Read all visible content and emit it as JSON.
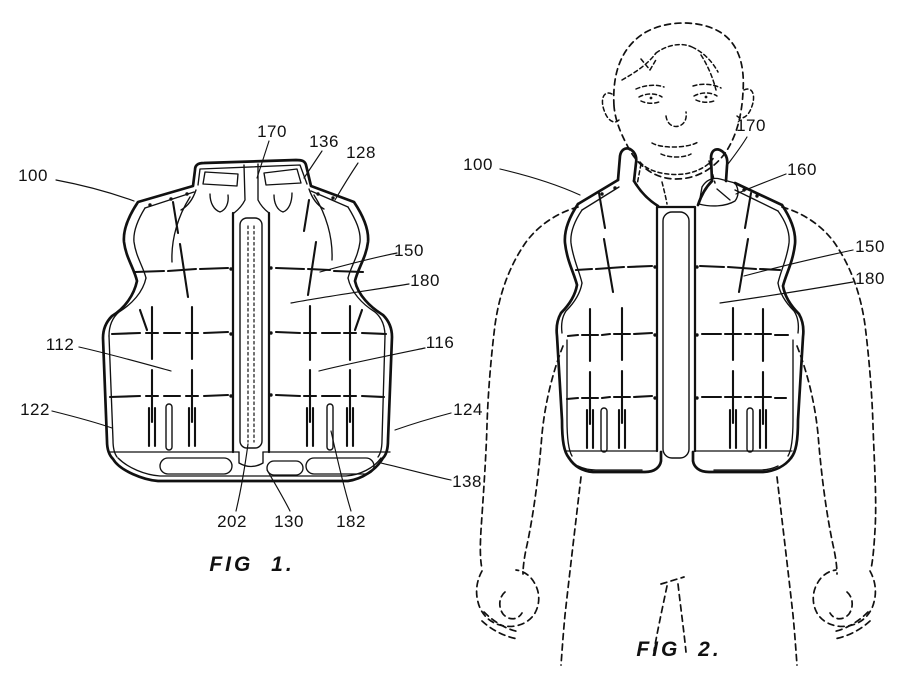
{
  "page": {
    "background_color": "#ffffff",
    "ink_color": "#111111"
  },
  "fig1": {
    "caption": "FIG 1.",
    "labels": {
      "l100": "100",
      "l170": "170",
      "l136": "136",
      "l128": "128",
      "l150": "150",
      "l180": "180",
      "l112": "112",
      "l116": "116",
      "l122": "122",
      "l124": "124",
      "l138": "138",
      "l202": "202",
      "l130": "130",
      "l182": "182"
    }
  },
  "fig2": {
    "caption": "FIG 2.",
    "labels": {
      "l100": "100",
      "l170": "170",
      "l160": "160",
      "l150": "150",
      "l180": "180"
    }
  }
}
